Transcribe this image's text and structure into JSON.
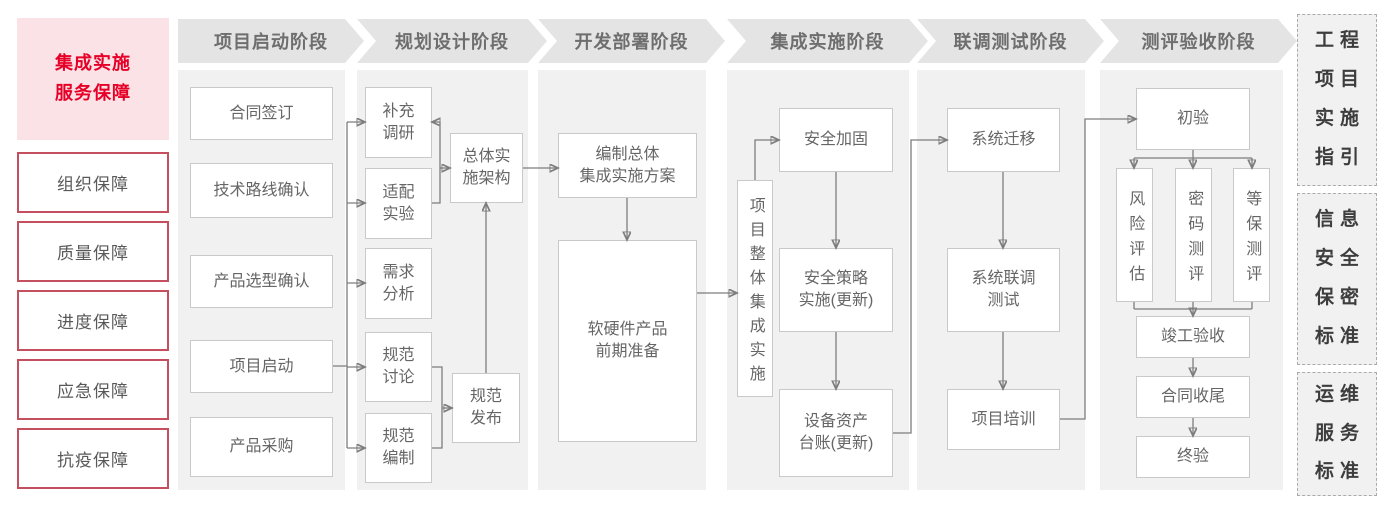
{
  "colors": {
    "accent_red": "#e60027",
    "sidebar_pink_bg": "#fbe2e6",
    "sidebar_border_red": "#c44f5f",
    "band_bg": "#e4e4e4",
    "column_bg": "#f1f1f1",
    "box_border": "#c9c9c9",
    "text_gray": "#666666",
    "connector_gray": "#7d7d7d"
  },
  "sidebar": {
    "title_line1": "集成实施",
    "title_line2": "服务保障",
    "items": [
      {
        "label": "组织保障"
      },
      {
        "label": "质量保障"
      },
      {
        "label": "进度保障"
      },
      {
        "label": "应急保障"
      },
      {
        "label": "抗疫保障"
      }
    ]
  },
  "phases": [
    {
      "label": "项目启动阶段"
    },
    {
      "label": "规划设计阶段"
    },
    {
      "label": "开发部署阶段"
    },
    {
      "label": "集成实施阶段"
    },
    {
      "label": "联调测试阶段"
    },
    {
      "label": "测评验收阶段"
    }
  ],
  "flow": {
    "project_start": {
      "contract_sign": "合同签订",
      "tech_route": "技术路线确认",
      "product_selection": "产品选型确认",
      "project_kickoff": "项目启动",
      "procurement": "产品采购"
    },
    "planning_design": {
      "supplementary_research": "补充\n调研",
      "adaptation_test": "适配\n实验",
      "requirement_analysis": "需求\n分析",
      "spec_discussion": "规范\n讨论",
      "spec_compilation": "规范\n编制",
      "overall_architecture": "总体实\n施架构",
      "spec_release": "规范\n发布"
    },
    "dev_deploy": {
      "overall_plan": "编制总体\n集成实施方案",
      "preparation": "软硬件产品\n前期准备"
    },
    "integration": {
      "overall_integration": "项目整体集成实施",
      "security_hardening": "安全加固",
      "security_policy": "安全策略\n实施(更新)",
      "asset_ledger": "设备资产\n台账(更新)"
    },
    "joint_test": {
      "system_migration": "系统迁移",
      "joint_testing": "系统联调\n测试",
      "training": "项目培训"
    },
    "acceptance": {
      "initial_acceptance": "初验",
      "risk_assessment": "风险评估",
      "crypto_test": "密码测评",
      "dengbao_test": "等保测评",
      "completion_acceptance": "竣工验收",
      "contract_closure": "合同收尾",
      "final_acceptance": "终验"
    }
  },
  "right_panel": {
    "items": [
      {
        "label": "工程\n项目\n实施\n指引"
      },
      {
        "label": "信息\n安全\n保密\n标准"
      },
      {
        "label": "运维\n服务\n标准"
      }
    ]
  }
}
